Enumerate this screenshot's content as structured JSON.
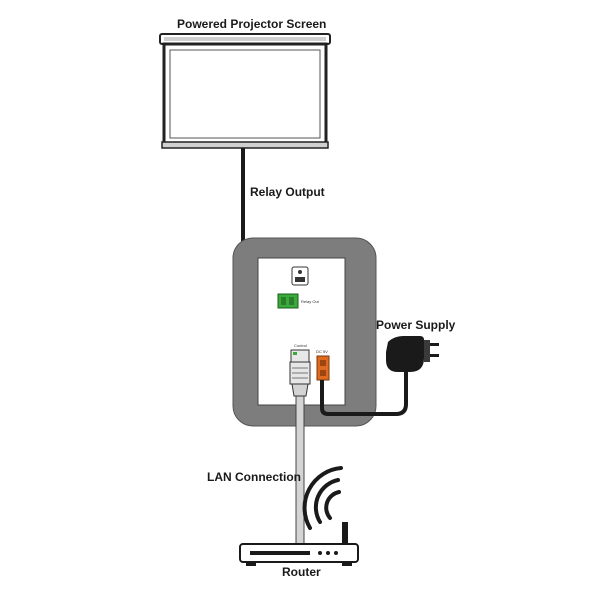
{
  "labels": {
    "screen": "Powered Projector Screen",
    "relay": "Relay Output",
    "power": "Power Supply",
    "lan": "LAN Connection",
    "router": "Router"
  },
  "device": {
    "relay_port": "Relay Out",
    "control_port": "Control",
    "dc_port": "DC 5V"
  },
  "colors": {
    "frame": "#7d7d7d",
    "relay_terminal": "#3aaa3a",
    "dc_terminal": "#e06a1e",
    "cable": "#1a1a1a",
    "lan_cable": "#d4d4d4"
  }
}
